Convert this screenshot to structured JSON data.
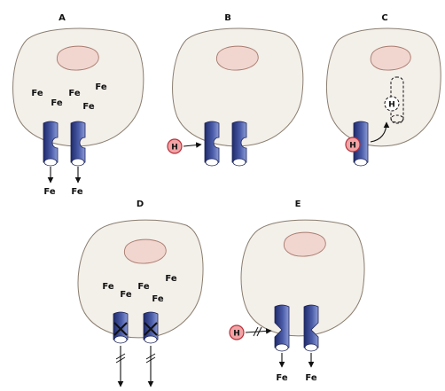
{
  "colors": {
    "cell_fill": "#f3efe9",
    "cell_stroke": "#8a7e70",
    "nucleus_fill": "#f0d6cf",
    "channel_dark": "#1f2a6b",
    "channel_mid": "#4a5ba8",
    "channel_light": "#8c9bd6",
    "hepcidin_fill": "#f2a3a5",
    "hepcidin_stroke": "#b5303a"
  },
  "panels": [
    {
      "label": "A",
      "intracellular": [
        "Fe",
        "Fe",
        "Fe",
        "Fe"
      ],
      "exported": [
        "Fe",
        "Fe"
      ]
    },
    {
      "label": "B",
      "ligand": "H"
    },
    {
      "label": "C",
      "ligand": "H",
      "internalized_ligand": "H"
    },
    {
      "label": "D",
      "intracellular": [
        "Fe",
        "Fe",
        "Fe",
        "Fe",
        "Fe"
      ]
    },
    {
      "label": "E",
      "ligand": "H",
      "exported": [
        "Fe",
        "Fe"
      ]
    }
  ]
}
